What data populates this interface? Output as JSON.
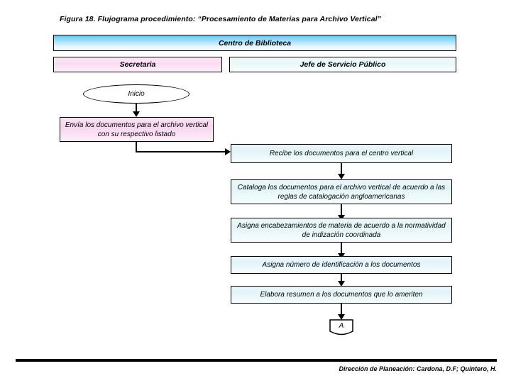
{
  "figure": {
    "caption": "Figura 18. Flujograma procedimiento: “Procesamiento de Materias para Archivo Vertical”"
  },
  "lanes": {
    "org_title": "Centro de Biblioteca",
    "columns": [
      {
        "label": "Secretaria",
        "accent": "#f7d6ef"
      },
      {
        "label": "Jefe de Servicio Público",
        "accent": "#e2f4f8"
      }
    ]
  },
  "flow": {
    "nodes": [
      {
        "id": "start",
        "shape": "terminator",
        "lane": "Secretaria",
        "label": "Inicio"
      },
      {
        "id": "envia",
        "shape": "process",
        "lane": "Secretaria",
        "label": "Envía los documentos para el archivo vertical con su respectivo listado"
      },
      {
        "id": "recibe",
        "shape": "process",
        "lane": "Jefe de Servicio Público",
        "label": "Recibe los documentos para el centro vertical"
      },
      {
        "id": "cataloga",
        "shape": "process",
        "lane": "Jefe de Servicio Público",
        "label": "Cataloga los documentos para el archivo vertical de acuerdo a las reglas de catalogación angloamericanas"
      },
      {
        "id": "asigna_encabezamientos",
        "shape": "process",
        "lane": "Jefe de Servicio Público",
        "label": "Asigna encabezamientos de materia de acuerdo a la normatividad de indización coordinada"
      },
      {
        "id": "asigna_numero",
        "shape": "process",
        "lane": "Jefe de Servicio Público",
        "label": "Asigna número de identificación a los documentos"
      },
      {
        "id": "elabora_resumen",
        "shape": "process",
        "lane": "Jefe de Servicio Público",
        "label": "Elabora resumen a los documentos que lo ameriten"
      },
      {
        "id": "conector_a",
        "shape": "off-page-connector",
        "lane": "Jefe de Servicio Público",
        "label": "A"
      }
    ]
  },
  "footer": {
    "credit": "Dirección de Planeación: Cardona, D.F; Quintero, H."
  },
  "colors": {
    "lane_header_blue": "#5ec8f5",
    "lane_secretaria_pink": "#f7d6ef",
    "lane_jefe_cyan": "#e2f4f8",
    "stroke": "#000000",
    "background": "#ffffff"
  }
}
